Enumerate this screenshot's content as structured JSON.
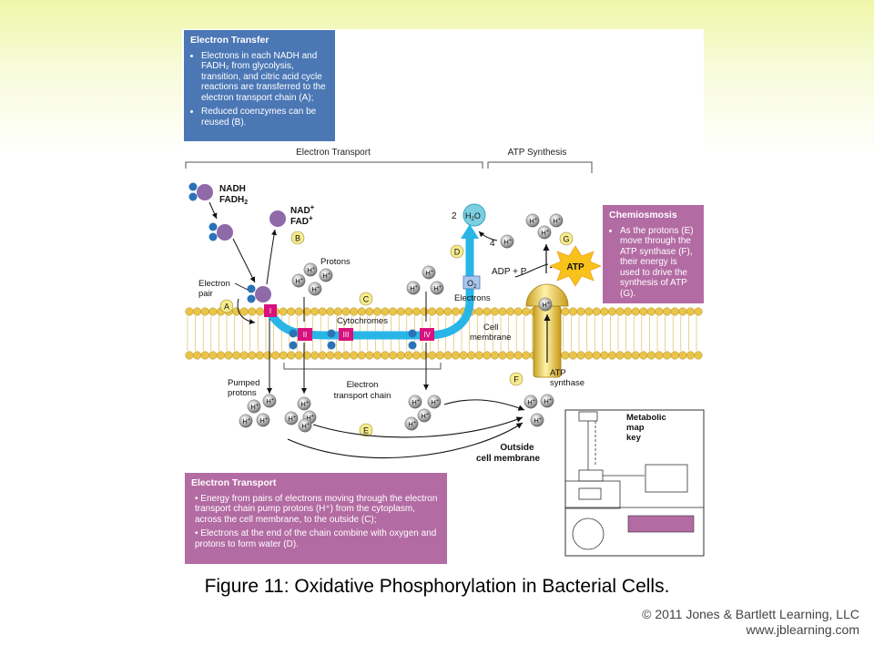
{
  "electron_transfer_box": {
    "title": "Electron Transfer",
    "bullet1": "Electrons in each NADH and FADH₂ from glycolysis, transition, and citric acid cycle reactions are transferred to the electron transport chain (A);",
    "bullet2": "Reduced coenzymes can be reused (B)."
  },
  "chemiosmosis_box": {
    "title": "Chemiosmosis",
    "bullet1": "As the protons (E) move through the ATP synthase (F), their energy is used to drive the synthesis of ATP (G)."
  },
  "electron_transport_box": {
    "title": "Electron Transport",
    "bullet1": "Energy from pairs of electrons moving through the electron transport chain pump protons (H⁺) from the cytoplasm, across the cell membrane, to the outside (C);",
    "bullet2": "Electrons at the end of the chain combine with oxygen and protons to form water (D)."
  },
  "diagram": {
    "section_electron_transport": "Electron Transport",
    "section_atp_synthesis": "ATP Synthesis",
    "nadh": "NADH",
    "fadh": "FADH",
    "fadh_sub": "2",
    "nad": "NAD",
    "fad": "FAD",
    "plus": "+",
    "electron_pair": "Electron",
    "electron_pair2": "pair",
    "protons": "Protons",
    "cytochromes": "Cytochromes",
    "cell_membrane": "Cell",
    "cell_membrane2": "membrane",
    "electrons": "Electrons",
    "pumped": "Pumped",
    "pumped2": "protons",
    "etc": "Electron",
    "etc2": "transport chain",
    "atp_synthase": "ATP",
    "atp_synthase2": "synthase",
    "outside": "Outside",
    "outside2": "cell membrane",
    "adp_p": "ADP + P",
    "atp": "ATP",
    "water_coef": "2",
    "water": "H",
    "water_sub": "2",
    "water_o": "O",
    "o2": "O",
    "o2_sub": "2",
    "four_h": "4",
    "h": "H",
    "hplus": "+",
    "letters": {
      "A": "A",
      "B": "B",
      "C": "C",
      "D": "D",
      "E": "E",
      "F": "F",
      "G": "G"
    },
    "complexes": {
      "I": "I",
      "II": "II",
      "III": "III",
      "IV": "IV"
    },
    "metabolic_key": "Metabolic",
    "metabolic_key2": "map",
    "metabolic_key3": "key"
  },
  "caption": "Figure 11: Oxidative Phosphorylation in Bacterial Cells.",
  "copyright": "© 2011 Jones & Bartlett Learning, LLC",
  "website": "www.jblearning.com",
  "colors": {
    "blue_box": "#4b77b5",
    "purple_box": "#b36ba3",
    "chain": "#29b6e6",
    "complex": "#d8127d",
    "membrane": "#e8c44a",
    "label_circle": "#f6ec8e"
  }
}
